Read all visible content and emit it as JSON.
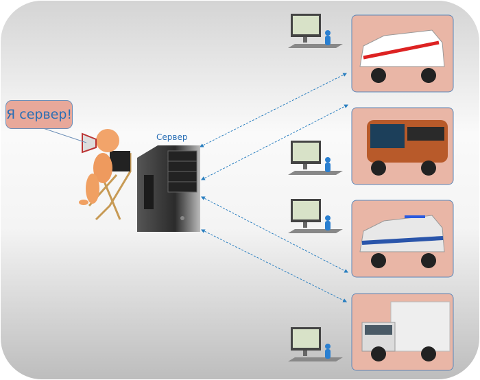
{
  "server_label": "Сервер",
  "speech_bubble": "Я сервер!",
  "colors": {
    "arrow": "#2a7fc0",
    "card_bg": "#e9b6a6",
    "card_border": "#5a86b8"
  },
  "clients": [
    {
      "vehicle": "ambulance",
      "icon": "ambulance-icon"
    },
    {
      "vehicle": "bus",
      "icon": "bus-icon"
    },
    {
      "vehicle": "police-car",
      "icon": "police-car-icon"
    },
    {
      "vehicle": "truck",
      "icon": "truck-icon"
    }
  ]
}
